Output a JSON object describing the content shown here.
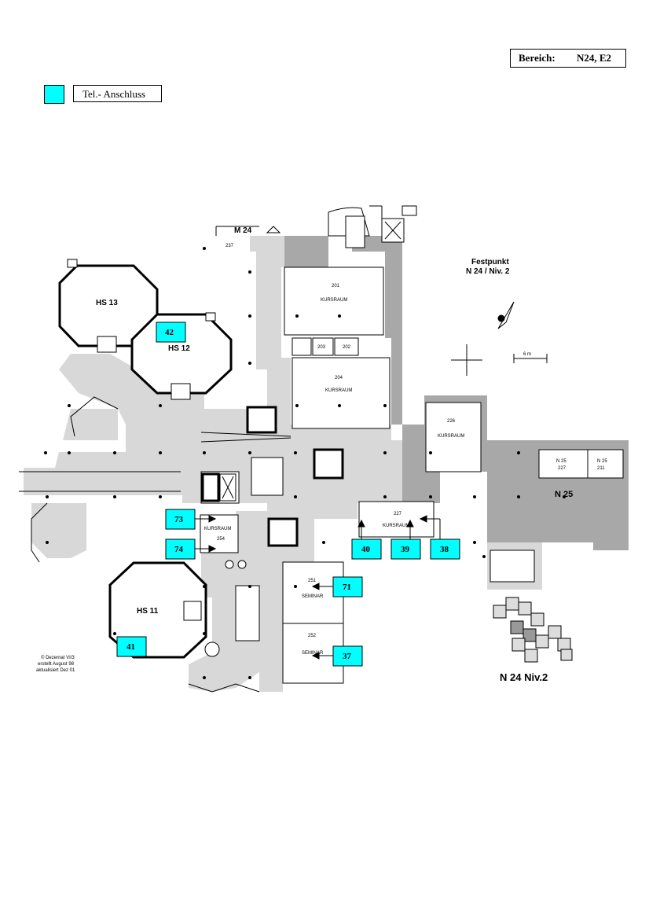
{
  "header": {
    "label": "Bereich:",
    "value": "N24, E2"
  },
  "legend": {
    "label": "Tel.- Anschluss",
    "color": "#00ffff"
  },
  "map": {
    "building": "M 24",
    "fixpoint_line1": "Festpunkt",
    "fixpoint_line2": "N 24 / Niv. 2",
    "scale": "6 m",
    "halls": {
      "hs13": "HS 13",
      "hs12": "HS 12",
      "hs11": "HS 11"
    },
    "rooms": {
      "r237": "237",
      "r201": "201",
      "r201_type": "KURSRAUM",
      "r203": "203",
      "r202": "202",
      "r204": "204",
      "r204_type": "KURSRAUM",
      "r226": "226",
      "r226_type": "KURSRAUM",
      "n25_227_a": "N 25",
      "n25_227_b": "227",
      "n25_211_a": "N 25",
      "n25_211_b": "211",
      "n25": "N 25",
      "r227": "227",
      "r227_type": "KURSRAUM",
      "r254_type": "KURSRAUM",
      "r254": "254",
      "r251": "251",
      "r251_type": "SEMINAR",
      "r252": "252",
      "r252_type": "SEMINAR"
    },
    "copyright": [
      "© Dezernat VI/3",
      "erstellt August 98",
      "aktualisiert Dez 01"
    ],
    "plan_title": "N 24 Niv.2"
  },
  "phone_ports": [
    "42",
    "73",
    "74",
    "40",
    "39",
    "38",
    "71",
    "41",
    "37"
  ]
}
